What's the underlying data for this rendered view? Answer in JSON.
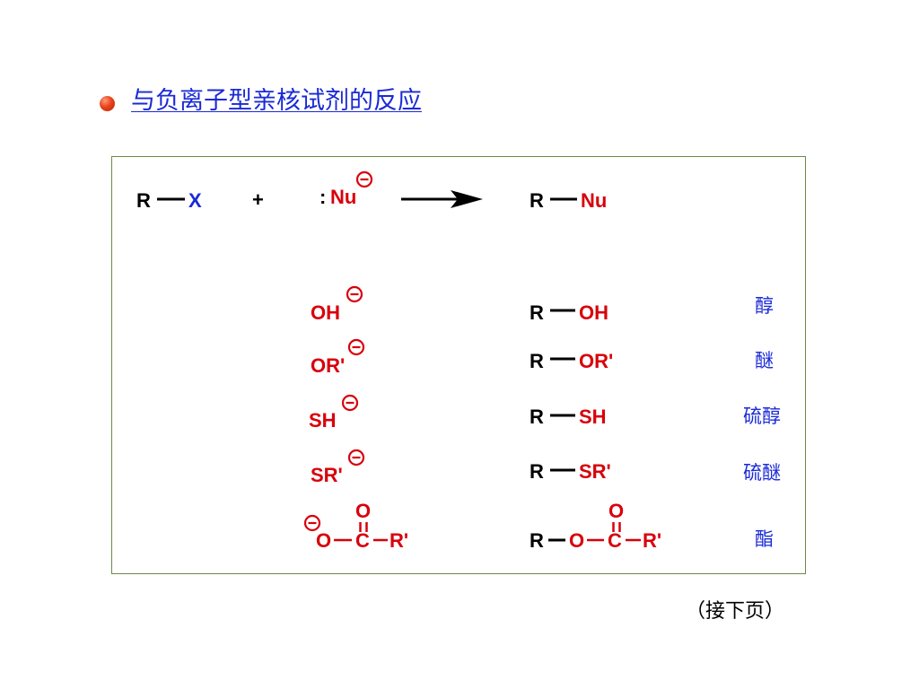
{
  "heading": "与负离子型亲核试剂的反应",
  "colors": {
    "heading": "#1a2ad6",
    "reagent": "#d8000b",
    "black": "#000000",
    "blue": "#1a2ad6",
    "box_border": "#6b8a4a"
  },
  "general_reaction": {
    "substrate_r": "R",
    "substrate_x": "X",
    "plus": "+",
    "colon": ":",
    "nucleophile": "Nu",
    "product_r": "R",
    "product_nu": "Nu"
  },
  "reactions": [
    {
      "reagent": "OH",
      "product_r": "R",
      "product_group": "OH",
      "product_class": "醇"
    },
    {
      "reagent": "OR'",
      "product_r": "R",
      "product_group": "OR'",
      "product_class": "醚"
    },
    {
      "reagent": "SH",
      "product_r": "R",
      "product_group": "SH",
      "product_class": "硫醇"
    },
    {
      "reagent": "SR'",
      "product_r": "R",
      "product_group": "SR'",
      "product_class": "硫醚"
    }
  ],
  "carboxylate": {
    "o_top": "O",
    "o": "O",
    "c": "C",
    "r": "R'",
    "product_r": "R",
    "product_o": "O",
    "product_c": "C",
    "product_o_top": "O",
    "product_rp": "R'",
    "product_class": "酯"
  },
  "footer": "（接下页）"
}
